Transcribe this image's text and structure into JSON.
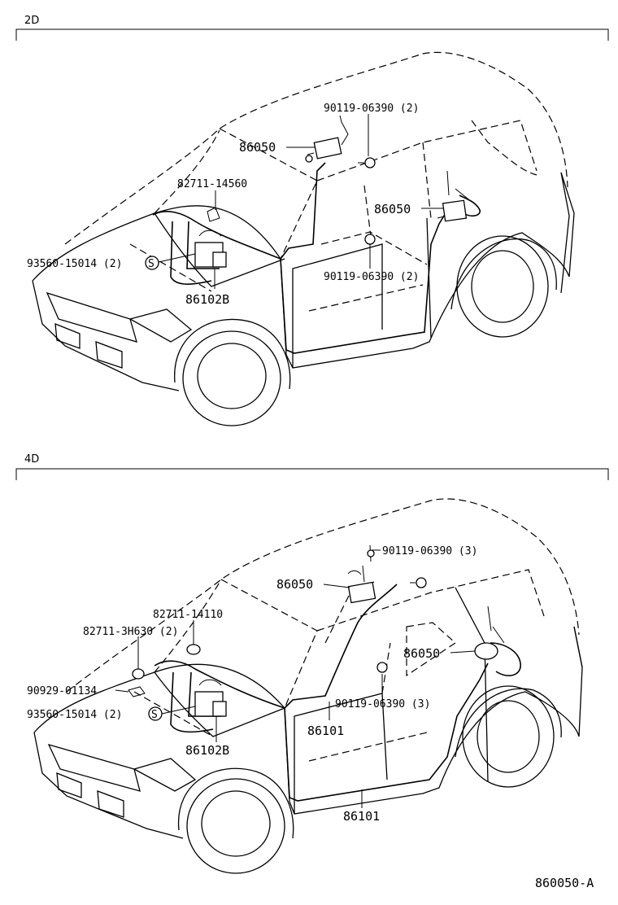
{
  "sections": {
    "top": {
      "tag": "2D",
      "labels": {
        "bolt_front": "90119-06390 (2)",
        "amp_front": "86050",
        "clamp": "82711-14560",
        "amp_rear": "86050",
        "screw": "93560-15014 (2)",
        "screw_symbol": "S",
        "bolt_rear": "90119-06390 (2)",
        "harness": "86102B"
      }
    },
    "bottom": {
      "tag": "4D",
      "labels": {
        "bolt_front": "90119-06390 (3)",
        "amp_front": "86050",
        "clamp1": "82711-14110",
        "clamp2": "82711-3H630 (2)",
        "amp_rear": "86050",
        "clip": "90929-01134",
        "bolt_rear": "90119-06390 (3)",
        "screw": "93560-15014 (2)",
        "screw_symbol": "S",
        "cable_roof": "86101",
        "harness": "86102B",
        "cable_floor": "86101"
      }
    }
  },
  "figure_code": "860050-A"
}
